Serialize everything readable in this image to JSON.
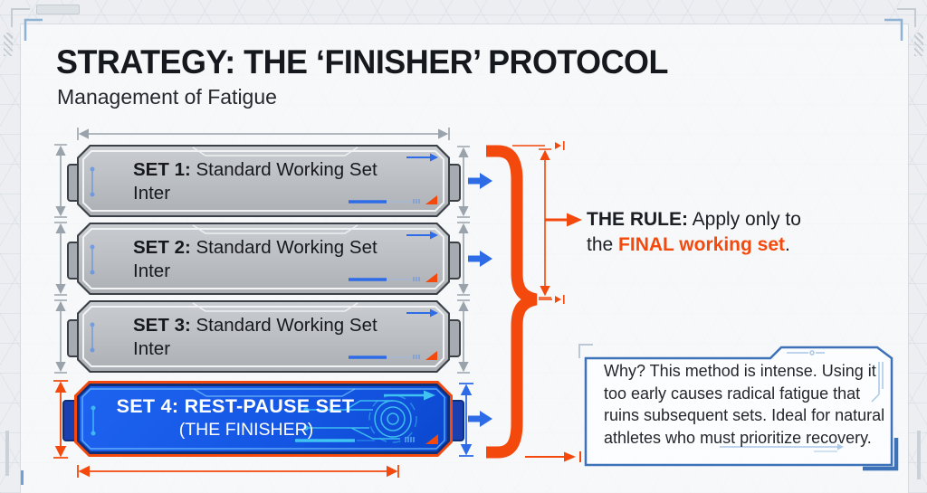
{
  "header": {
    "title": "STRATEGY: THE ‘FINISHER’ PROTOCOL",
    "subtitle": "Management of Fatigue"
  },
  "sets": [
    {
      "label": "SET 1:",
      "name": " Standard Working Set",
      "detail": "Inter"
    },
    {
      "label": "SET 2:",
      "name": " Standard Working Set",
      "detail": "Inter"
    },
    {
      "label": "SET 3:",
      "name": " Standard Working Set",
      "detail": "Inter"
    },
    {
      "label": "SET 4: REST-PAUSE SET",
      "detail": "(THE FINISHER)"
    }
  ],
  "rule": {
    "label": "THE RULE:",
    "body": " Apply only to the ",
    "highlight": "FINAL working set",
    "suffix": "."
  },
  "note": {
    "lines": [
      "Why? This method is intense. Using it",
      "too early causes radical fatigue that",
      "ruins subsequent sets. Ideal for natural",
      "athletes who must prioritize recovery."
    ]
  },
  "icons": {
    "flow_arrow": "→",
    "rule_arrow": "→",
    "brace": "}",
    "dimension": "↕"
  },
  "colors": {
    "accent_orange": "#F4490C",
    "accent_blue": "#2E6BE6",
    "finisher_fill": "#1557E5",
    "steel_gray": "#BDC0C4",
    "note_border": "#3D72B8",
    "dim_gray": "#9AA3AC"
  }
}
